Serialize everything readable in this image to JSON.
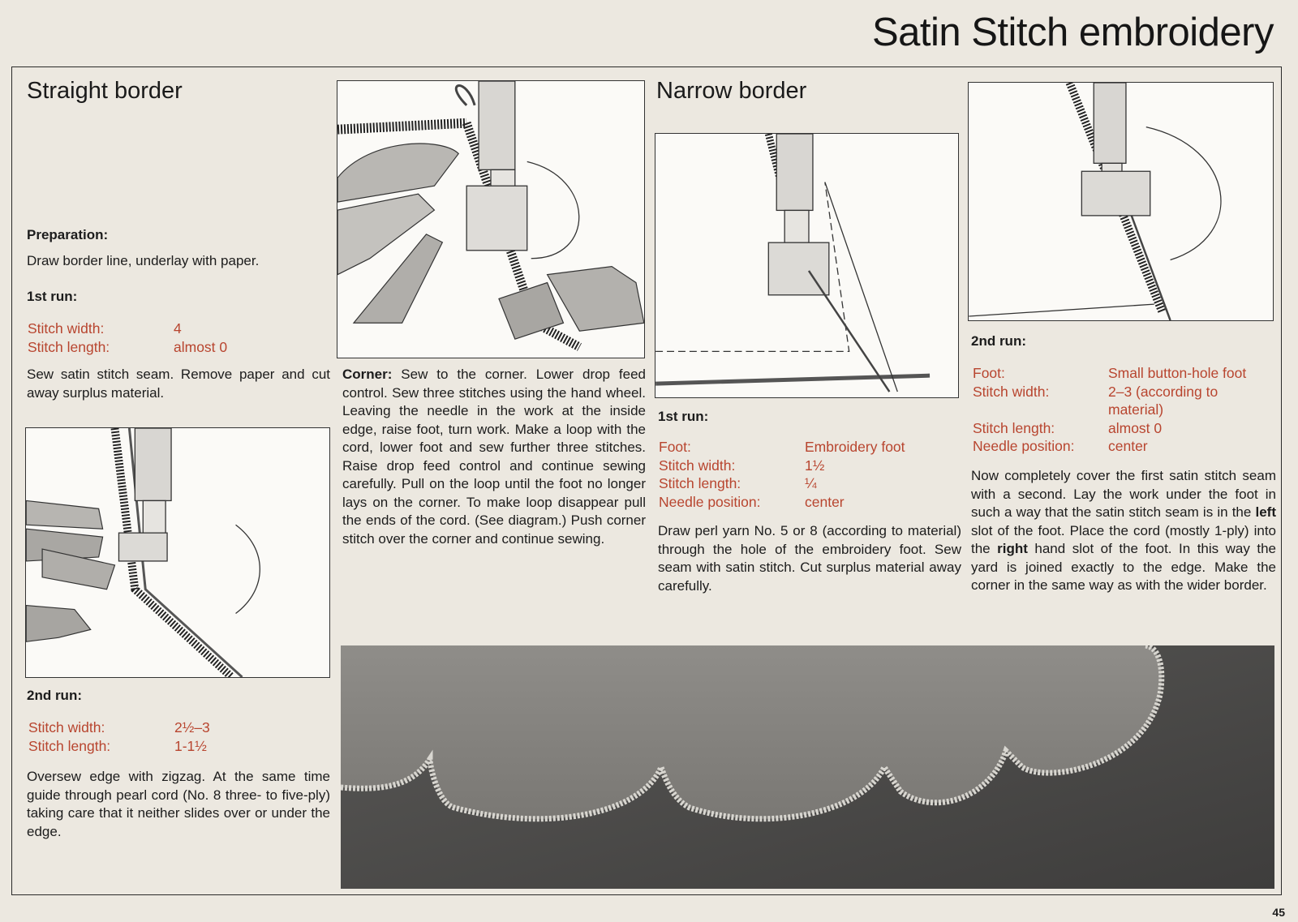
{
  "page": {
    "title": "Satin Stitch embroidery",
    "number": "45"
  },
  "straight_border": {
    "heading": "Straight border",
    "preparation_label": "Preparation:",
    "preparation_text": "Draw border line, underlay with paper.",
    "run1_label": "1st run:",
    "run1_settings": [
      {
        "key": "Stitch width:",
        "value": "4"
      },
      {
        "key": "Stitch length:",
        "value": "almost 0"
      }
    ],
    "run1_text": "Sew satin stitch seam. Remove paper and cut away surplus material.",
    "run2_label": "2nd run:",
    "run2_settings": [
      {
        "key": "Stitch width:",
        "value": "2½–3"
      },
      {
        "key": "Stitch length:",
        "value": "1-1½"
      }
    ],
    "run2_text": "Oversew edge with zigzag. At the same time guide through pearl cord (No. 8 three- to five-ply) taking care that it neither slides over or under the edge."
  },
  "corner": {
    "lead": "Corner:",
    "text": " Sew to the corner. Lower drop feed control. Sew three stitches using the hand wheel. Leaving the needle in the work at the inside edge, raise foot, turn work. Make a loop with the cord, lower foot and sew further three stitches. Raise drop feed control and continue sewing carefully. Pull on the loop until the foot no longer lays on the corner. To make loop disappear pull the ends of the cord. (See diagram.) Push corner stitch over the corner and continue sewing."
  },
  "narrow_border": {
    "heading": "Narrow border",
    "run1_label": "1st run:",
    "run1_settings": [
      {
        "key": "Foot:",
        "value": "Embroidery foot"
      },
      {
        "key": "Stitch width:",
        "value": "1½"
      },
      {
        "key": "Stitch length:",
        "value": "¼"
      },
      {
        "key": "Needle position:",
        "value": "center"
      }
    ],
    "run1_text": "Draw perl yarn No. 5 or 8 (according to material) through the hole of the embroidery foot. Sew seam with satin stitch. Cut surplus material away carefully.",
    "run2_label": "2nd run:",
    "run2_settings": [
      {
        "key": "Foot:",
        "value": "Small button-hole foot"
      },
      {
        "key": "Stitch width:",
        "value": "2–3 (according to material)"
      },
      {
        "key": "Stitch length:",
        "value": "almost 0"
      },
      {
        "key": "Needle position:",
        "value": "center"
      }
    ],
    "run2_text_1": "Now completely cover the first satin stitch seam with a second. Lay the work under the foot in such a way that the satin stitch seam is in the ",
    "run2_bold_1": "left",
    "run2_text_2": " slot of the foot. Place the cord (mostly 1-ply) into the ",
    "run2_bold_2": "right",
    "run2_text_3": " hand slot of the foot. In this way the yard is joined exactly to the edge. Make the corner in the same way as with the wider border."
  },
  "colors": {
    "background": "#ece8e0",
    "settings_red": "#b8452f",
    "text": "#1c1c1c"
  }
}
